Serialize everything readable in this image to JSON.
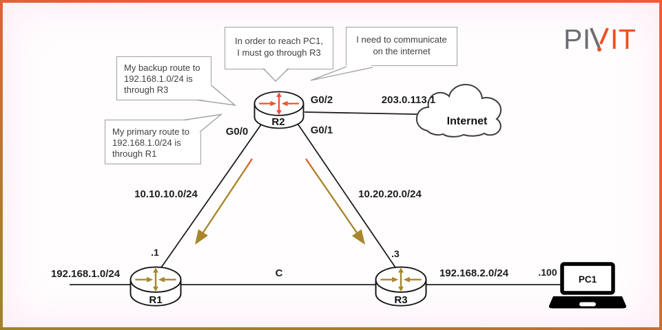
{
  "brand": {
    "letters_gray": "PI",
    "letters_orange": "IT",
    "accent_orange": "#f04e23",
    "gray": "#6d6e71"
  },
  "callouts": [
    {
      "id": "reach-pc1",
      "lines": [
        "In order to reach PC1,",
        "I must go through R3"
      ]
    },
    {
      "id": "internet-need",
      "lines": [
        "I need to communicate",
        "on the internet"
      ]
    },
    {
      "id": "backup-route",
      "lines": [
        "My backup route to",
        "192.168.1.0/24 is",
        "through R3"
      ]
    },
    {
      "id": "primary-route",
      "lines": [
        "My primary route to",
        "192.168.1.0/24 is",
        "through R1"
      ]
    }
  ],
  "devices": {
    "r1": "R1",
    "r2": "R2",
    "r3": "R3",
    "pc1": "PC1",
    "internet": "Internet"
  },
  "interfaces": {
    "g0_0": "G0/0",
    "g0_1": "G0/1",
    "g0_2": "G0/2"
  },
  "addresses": {
    "wan_ip": "203.0.113.1",
    "link_r1_r2": "10.10.10.0/24",
    "link_r2_r3": "10.20.20.0/24",
    "lan_r1": "192.168.1.0/24",
    "lan_r3": "192.168.2.0/24",
    "r1_host": ".1",
    "r3_host": ".3",
    "pc1_host": ".100",
    "r1_r3_link": "C"
  },
  "colors": {
    "router_accent_r2": "#f3512d",
    "router_accent_r1_r3": "#a8862c",
    "arrow_gold": "#a8862c",
    "border_top": "#f15a39",
    "border_bottom": "#a0832a",
    "bubble_border": "#9da0a3",
    "label_text": "#1d1d1d"
  }
}
